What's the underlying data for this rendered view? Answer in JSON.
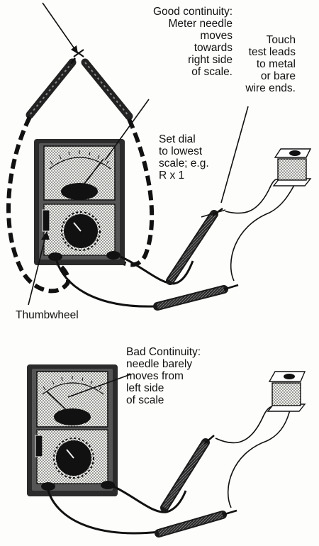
{
  "labels": {
    "good_continuity": "Good continuity:\nMeter needle\nmoves\ntowards\nright side\nof scale.",
    "touch_leads": "Touch\ntest leads\nto metal\nor bare\nwire ends.",
    "set_dial": "Set dial\nto lowest\nscale; e.g.\nR x 1",
    "thumbwheel": "Thumbwheel",
    "bad_continuity": "Bad Continuity:\nneedle barely\nmoves from\nleft side\nof scale"
  }
}
